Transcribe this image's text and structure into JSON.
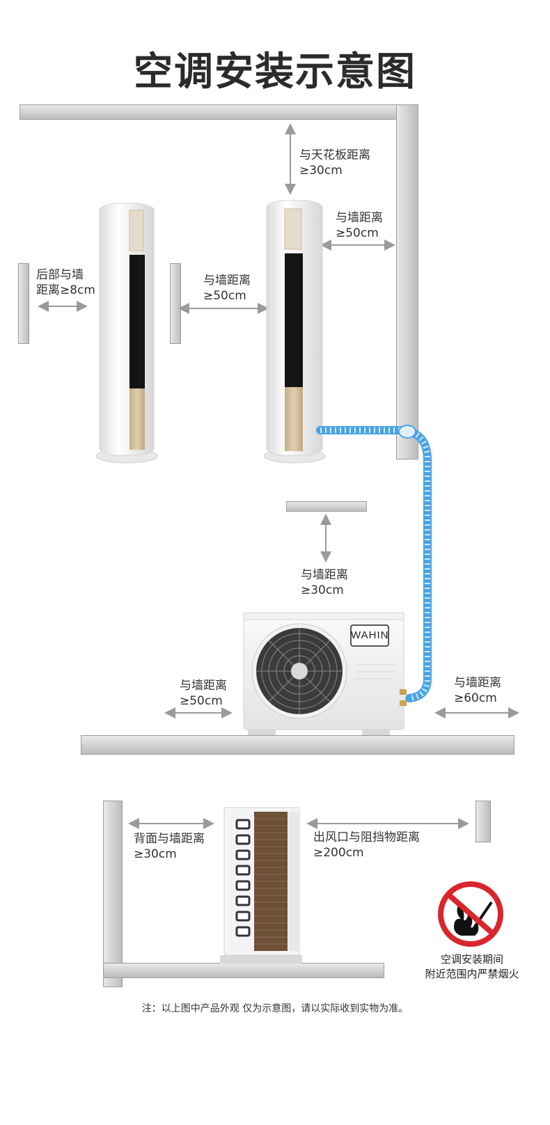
{
  "title": "空调安装示意图",
  "labels": {
    "ceiling": [
      "与天花板距离",
      "≥30cm"
    ],
    "right_wall_top": [
      "与墙距离",
      "≥50cm"
    ],
    "back_wall": [
      "后部与墙",
      "距离≥8cm"
    ],
    "between_units": [
      "与墙距离",
      "≥50cm"
    ],
    "outdoor_top": [
      "与墙距离",
      "≥30cm"
    ],
    "outdoor_left": [
      "与墙距离",
      "≥50cm"
    ],
    "outdoor_right": [
      "与墙距离",
      "≥60cm"
    ],
    "rear_view_back": [
      "背面与墙距离",
      "≥30cm"
    ],
    "rear_view_outlet": [
      "出风口与阻挡物距离",
      "≥200cm"
    ]
  },
  "outdoor_unit": {
    "brand": "WAHIN"
  },
  "warning": {
    "line1": "空调安装期间",
    "line2": "附近范围内严禁烟火",
    "icon": "no-smoking-icon"
  },
  "note": "注：以上图中产品外观 仅为示意图，请以实际收到实物为准。",
  "colors": {
    "pipe": "#6ab7ee",
    "wall": "#c8c8c8",
    "arrow": "#9a9a9a",
    "prohibit": "#d9262c"
  }
}
